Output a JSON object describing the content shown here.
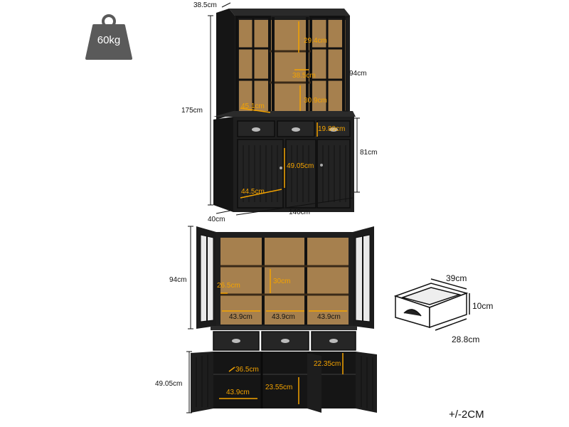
{
  "weight": {
    "label": "60kg",
    "icon": "weight-icon"
  },
  "top_view": {
    "depth_top": "38.5cm",
    "height_total": "175cm",
    "height_hutch": "94cm",
    "height_base": "81cm",
    "shelf_height_top": "29.4cm",
    "shelf_width_mid": "38.5cm",
    "shelf_width_side": "45.1cm",
    "shelf_height_lower": "30.9cm",
    "drawer_height": "19.89cm",
    "door_height": "49.05cm",
    "base_width": "44.5cm",
    "depth_bottom": "40cm",
    "width_total": "140cm"
  },
  "open_view": {
    "hutch_height": "94cm",
    "shelf_height_left": "26.5cm",
    "shelf_height_mid": "30cm",
    "compartment_width_1": "43.9cm",
    "compartment_width_2": "43.9cm",
    "compartment_width_3": "43.9cm",
    "base_height": "49.05cm",
    "base_shelf_height": "36.5cm",
    "base_width": "43.9cm",
    "base_mid_height": "23.55cm",
    "base_right_height": "22.35cm"
  },
  "drawer_view": {
    "width": "39cm",
    "height": "10cm",
    "depth": "28.8cm"
  },
  "tolerance": "+/-2CM",
  "colors": {
    "accent": "#f4a300",
    "cabinet": "#1c1c1c",
    "wood": "#a6804e",
    "badge": "#5a5a5a"
  }
}
